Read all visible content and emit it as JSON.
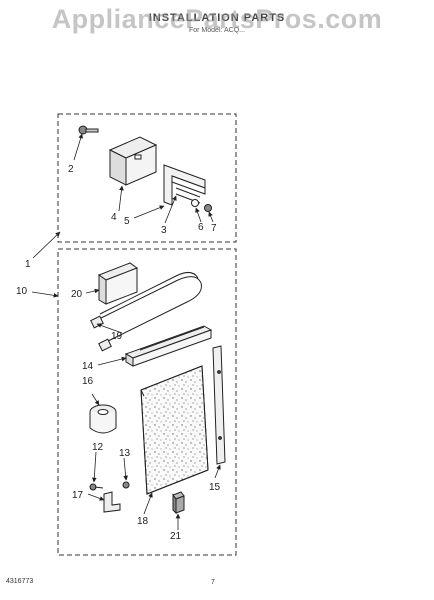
{
  "watermark": "AppliancePartsPros.com",
  "header": {
    "title": "INSTALLATION PARTS",
    "subtitle": "For Model: ACQ..."
  },
  "footer": {
    "doc_number": "4316773",
    "page_number": "7"
  },
  "callouts": {
    "c1": "1",
    "c2": "2",
    "c3": "3",
    "c4": "4",
    "c5": "5",
    "c6": "6",
    "c7": "7",
    "c10": "10",
    "c12": "12",
    "c13": "13",
    "c14": "14",
    "c15": "15",
    "c16": "16",
    "c17": "17",
    "c18": "18",
    "c19": "19",
    "c20": "20",
    "c21": "21"
  }
}
